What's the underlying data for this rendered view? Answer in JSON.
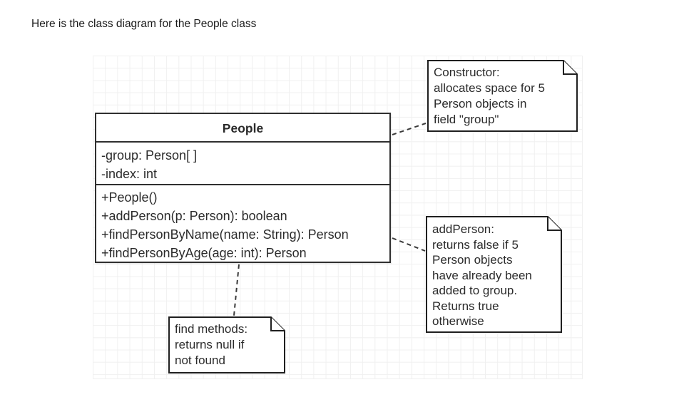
{
  "page": {
    "heading": "Here is the class diagram for the People class"
  },
  "diagram": {
    "class_box": {
      "name": "People",
      "fields": [
        "-group: Person[ ]",
        "-index: int"
      ],
      "methods": [
        "+People()",
        "+addPerson(p: Person): boolean",
        "+findPersonByName(name: String): Person",
        "+findPersonByAge(age: int): Person"
      ]
    },
    "notes": {
      "constructor": {
        "text": "Constructor:\nallocates space for 5\nPerson objects in\nfield \"group\""
      },
      "add_person": {
        "text": "addPerson:\nreturns false if 5\nPerson objects\nhave already been\nadded to group.\nReturns true\notherwise"
      },
      "find_methods": {
        "text": "find methods:\nreturns null if\nnot found"
      }
    },
    "colors": {
      "shape_border": "#2f2f2f",
      "note_border": "#1f1f1f",
      "text": "#2b2b2b",
      "grid_line": "#f0f0f0",
      "background": "#ffffff"
    }
  }
}
